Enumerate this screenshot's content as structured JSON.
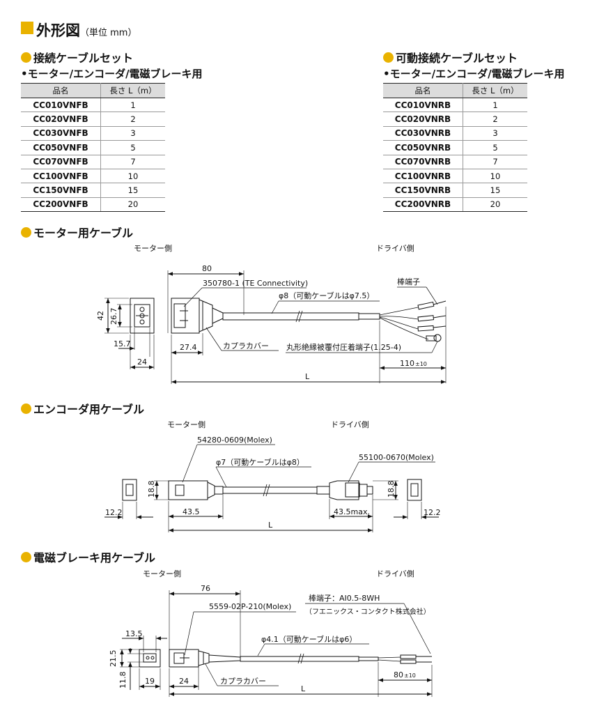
{
  "header": {
    "title": "外形図",
    "unit": "（単位 mm）"
  },
  "sections": {
    "connect_set": {
      "title": "接続ケーブルセット",
      "subtitle": "•モーター/エンコーダ/電磁ブレーキ用"
    },
    "movable_set": {
      "title": "可動接続ケーブルセット",
      "subtitle": "•モーター/エンコーダ/電磁ブレーキ用"
    },
    "motor_cable": {
      "title": "モーター用ケーブル"
    },
    "encoder_cable": {
      "title": "エンコーダ用ケーブル"
    },
    "brake_cable": {
      "title": "電磁ブレーキ用ケーブル"
    }
  },
  "table_headers": {
    "part": "品名",
    "length": "長さ L（m）"
  },
  "table_left": [
    {
      "part": "CC010VNFB",
      "len": "1"
    },
    {
      "part": "CC020VNFB",
      "len": "2"
    },
    {
      "part": "CC030VNFB",
      "len": "3"
    },
    {
      "part": "CC050VNFB",
      "len": "5"
    },
    {
      "part": "CC070VNFB",
      "len": "7"
    },
    {
      "part": "CC100VNFB",
      "len": "10"
    },
    {
      "part": "CC150VNFB",
      "len": "15"
    },
    {
      "part": "CC200VNFB",
      "len": "20"
    }
  ],
  "table_right": [
    {
      "part": "CC010VNRB",
      "len": "1"
    },
    {
      "part": "CC020VNRB",
      "len": "2"
    },
    {
      "part": "CC030VNRB",
      "len": "3"
    },
    {
      "part": "CC050VNRB",
      "len": "5"
    },
    {
      "part": "CC070VNRB",
      "len": "7"
    },
    {
      "part": "CC100VNRB",
      "len": "10"
    },
    {
      "part": "CC150VNRB",
      "len": "15"
    },
    {
      "part": "CC200VNRB",
      "len": "20"
    }
  ],
  "motor": {
    "motor_side": "モーター側",
    "driver_side": "ドライバ側",
    "dim_80": "80",
    "connector": "350780-1 (TE Connectivity)",
    "cable_dia": "φ8（可動ケーブルはφ7.5）",
    "rod_terminal": "棒端子",
    "dim_42": "42",
    "dim_26_7": "26.7",
    "dim_15_7": "15.7",
    "dim_24": "24",
    "dim_27_4": "27.4",
    "coupler_cover": "カプラカバー",
    "ring_terminal": "丸形絶縁被覆付圧着端子(1.25-4)",
    "dim_110": "110",
    "tol_10": "±10",
    "dim_L": "L"
  },
  "encoder": {
    "motor_side": "モーター側",
    "driver_side": "ドライバ側",
    "connector_motor": "54280-0609(Molex)",
    "connector_driver": "55100-0670(Molex)",
    "cable_dia": "φ7（可動ケーブルはφ8）",
    "dim_18_8_left": "18.8",
    "dim_18_8_right": "18.8",
    "dim_12_2_left": "12.2",
    "dim_12_2_right": "12.2",
    "dim_43_5": "43.5",
    "dim_43_5_max": "43.5max.",
    "dim_L": "L"
  },
  "brake": {
    "motor_side": "モーター側",
    "driver_side": "ドライバ側",
    "dim_76": "76",
    "rod_terminal": "棒端子：AI0.5-8WH",
    "maker": "（フエニックス・コンタクト株式会社）",
    "connector": "5559-02P-210(Molex)",
    "cable_dia": "φ4.1（可動ケーブルはφ6）",
    "dim_13_5": "13.5",
    "dim_21_5": "21.5",
    "dim_11_8": "11.8",
    "dim_19": "19",
    "dim_24": "24",
    "coupler_cover": "カプラカバー",
    "dim_80": "80",
    "tol_10": "±10",
    "dim_L": "L"
  }
}
